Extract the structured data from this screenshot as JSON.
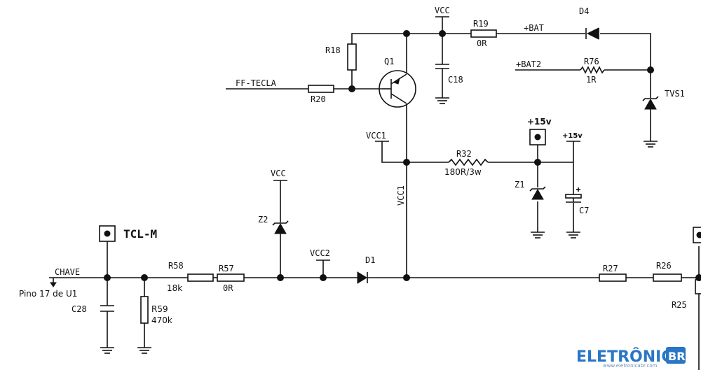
{
  "nets": {
    "vcc_top": "VCC",
    "vcc_z2": "VCC",
    "vcc1_stub": "VCC1",
    "vcc1_vertical": "VCC1",
    "vcc2": "VCC2",
    "bat": "+BAT",
    "bat2": "+BAT2",
    "ff_tecla": "FF-TECLA",
    "chave": "CHAVE",
    "pino": "Pino 17 de U1",
    "p15v_box": "+15v",
    "p15v_small": "+15v",
    "tcl_m": "TCL-M"
  },
  "components": {
    "r18": {
      "ref": "R18"
    },
    "r19": {
      "ref": "R19",
      "value": "0R"
    },
    "r20": {
      "ref": "R20"
    },
    "r76": {
      "ref": "R76",
      "value": "1R"
    },
    "r32": {
      "ref": "R32",
      "value": "180R/3w"
    },
    "r58": {
      "ref": "R58",
      "value": "18k"
    },
    "r57": {
      "ref": "R57",
      "value": "0R"
    },
    "r59": {
      "ref": "R59",
      "value": "470k"
    },
    "r27": {
      "ref": "R27"
    },
    "r26": {
      "ref": "R26"
    },
    "r25": {
      "ref": "R25"
    },
    "q1": {
      "ref": "Q1"
    },
    "c18": {
      "ref": "C18"
    },
    "c7": {
      "ref": "C7"
    },
    "c28": {
      "ref": "C28"
    },
    "d4": {
      "ref": "D4"
    },
    "d1": {
      "ref": "D1"
    },
    "z1": {
      "ref": "Z1"
    },
    "z2": {
      "ref": "Z2"
    },
    "tvs1": {
      "ref": "TVS1"
    }
  },
  "logo": {
    "name": "ELETRÔNICA",
    "badge": "BR",
    "url": "www.eletronicabr.com"
  },
  "colors": {
    "ink": "#111111",
    "logo_blue": "#2a76c6"
  }
}
